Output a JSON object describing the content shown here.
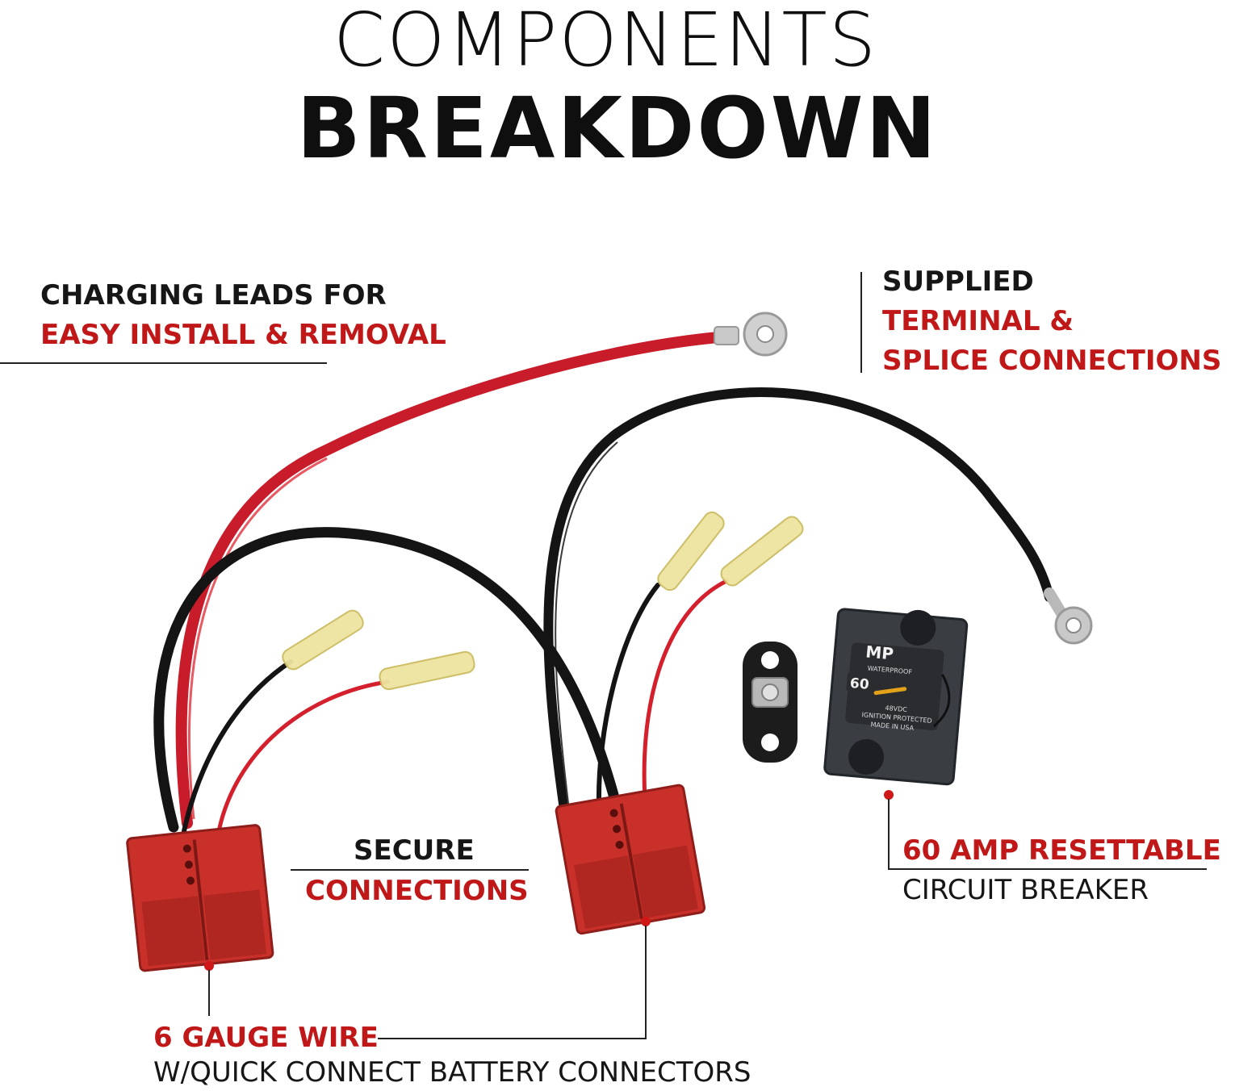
{
  "heading": {
    "line1": "COMPONENTS",
    "line2": "BREAKDOWN"
  },
  "callouts": {
    "charging_leads": {
      "line1": "CHARGING LEADS FOR",
      "line2": "EASY INSTALL & REMOVAL"
    },
    "supplied": {
      "line1": "SUPPLIED",
      "line2": "TERMINAL &",
      "line3": "SPLICE CONNECTIONS"
    },
    "secure": {
      "line1": "SECURE",
      "line2": "CONNECTIONS"
    },
    "breaker": {
      "line1": "60 AMP RESETTABLE",
      "line2": "CIRCUIT BREAKER"
    },
    "wire": {
      "line1": "6 GAUGE WIRE",
      "line2": "W/QUICK CONNECT BATTERY CONNECTORS"
    }
  },
  "product": {
    "breaker_brand": "MP",
    "breaker_sub": "WATERPROOF",
    "breaker_rating": "60",
    "breaker_text_1": "48VDC",
    "breaker_text_2": "IGNITION PROTECTED",
    "breaker_text_3": "MADE IN USA"
  },
  "colors": {
    "accent": "#c01818",
    "text": "#161616",
    "connector": "#c9302a",
    "wire_red": "#d4202c",
    "wire_black": "#151515"
  }
}
